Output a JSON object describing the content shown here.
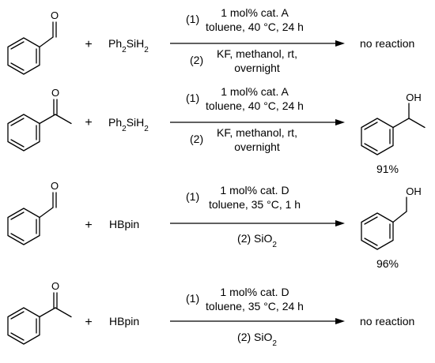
{
  "reactions": [
    {
      "plus": "+",
      "reagent": {
        "main": "Ph",
        "sub1": "2",
        "mid": "SiH",
        "sub2": "2"
      },
      "step1_label": "(1)",
      "step1_line1": "1 mol% cat. A",
      "step1_line2": "toluene, 40 °C, 24 h",
      "step2_label": "(2)",
      "step2_line1": "KF, methanol, rt,",
      "step2_line2": "overnight",
      "result": "no reaction"
    },
    {
      "plus": "+",
      "reagent": {
        "main": "Ph",
        "sub1": "2",
        "mid": "SiH",
        "sub2": "2"
      },
      "step1_label": "(1)",
      "step1_line1": "1 mol% cat. A",
      "step1_line2": "toluene, 40 °C, 24 h",
      "step2_label": "(2)",
      "step2_line1": "KF, methanol, rt,",
      "step2_line2": "overnight",
      "product_atom": "OH",
      "yield": "91%"
    },
    {
      "plus": "+",
      "reagent_text": "HBpin",
      "step1_label": "(1)",
      "step1_line1": "1 mol% cat. D",
      "step1_line2": "toluene, 35 °C, 1 h",
      "step2_main": "(2) SiO",
      "step2_sub": "2",
      "product_atom": "OH",
      "yield": "96%"
    },
    {
      "plus": "+",
      "reagent_text": "HBpin",
      "step1_label": "(1)",
      "step1_line1": "1 mol% cat. D",
      "step1_line2": "toluene, 35 °C, 24 h",
      "step2_main": "(2) SiO",
      "step2_sub": "2",
      "result": "no reaction"
    }
  ],
  "atoms": {
    "oxygen": "O"
  }
}
